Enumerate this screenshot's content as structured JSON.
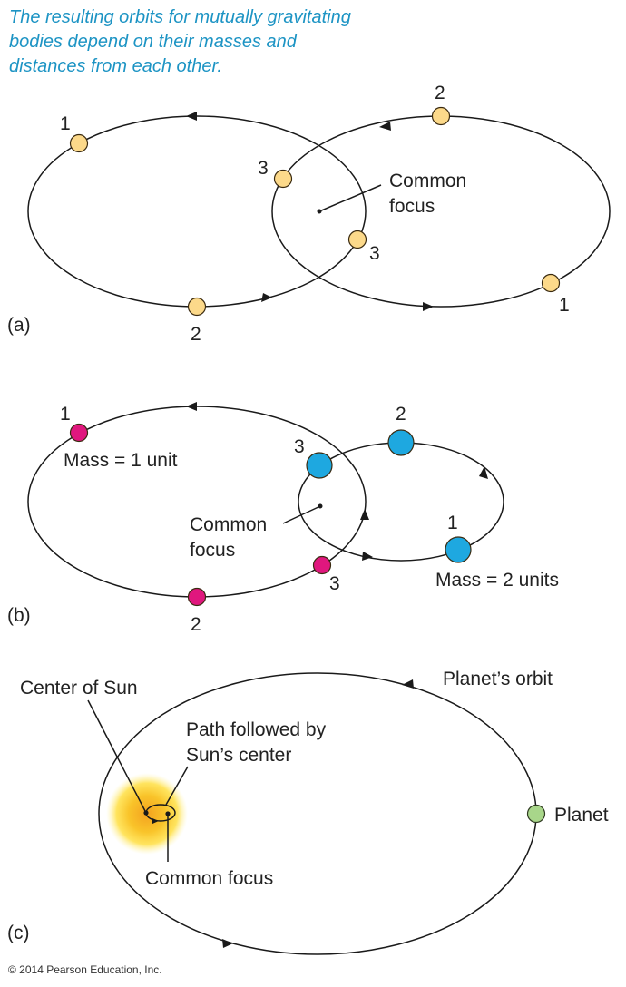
{
  "caption": {
    "line1": "The resulting orbits for mutually gravitating",
    "line2": "bodies depend on their masses and",
    "line3": "distances from each other."
  },
  "colors": {
    "caption": "#1d94c4",
    "equal_mass_body": "#fcd98a",
    "small_mass_body": "#e0177e",
    "large_mass_body": "#1ea8e0",
    "planet": "#a8d68a",
    "sun_core": "#f5a623",
    "sun_glow": "#ffe14d"
  },
  "panel_a": {
    "tag": "(a)",
    "focus_label_1": "Common",
    "focus_label_2": "focus",
    "left_orbit_positions": [
      "1",
      "2",
      "3"
    ],
    "right_orbit_positions": [
      "1",
      "2",
      "3"
    ]
  },
  "panel_b": {
    "tag": "(b)",
    "focus_label_1": "Common",
    "focus_label_2": "focus",
    "small_mass_label": "Mass = 1 unit",
    "large_mass_label": "Mass = 2 units",
    "small_orbit_positions": [
      "1",
      "2",
      "3"
    ],
    "large_orbit_positions": [
      "1",
      "2",
      "3"
    ]
  },
  "panel_c": {
    "tag": "(c)",
    "center_of_sun_label": "Center of Sun",
    "path_label_1": "Path followed by",
    "path_label_2": "Sun’s center",
    "common_focus_label": "Common focus",
    "orbit_label": "Planet’s orbit",
    "planet_label": "Planet"
  },
  "copyright": "© 2014 Pearson Education, Inc."
}
